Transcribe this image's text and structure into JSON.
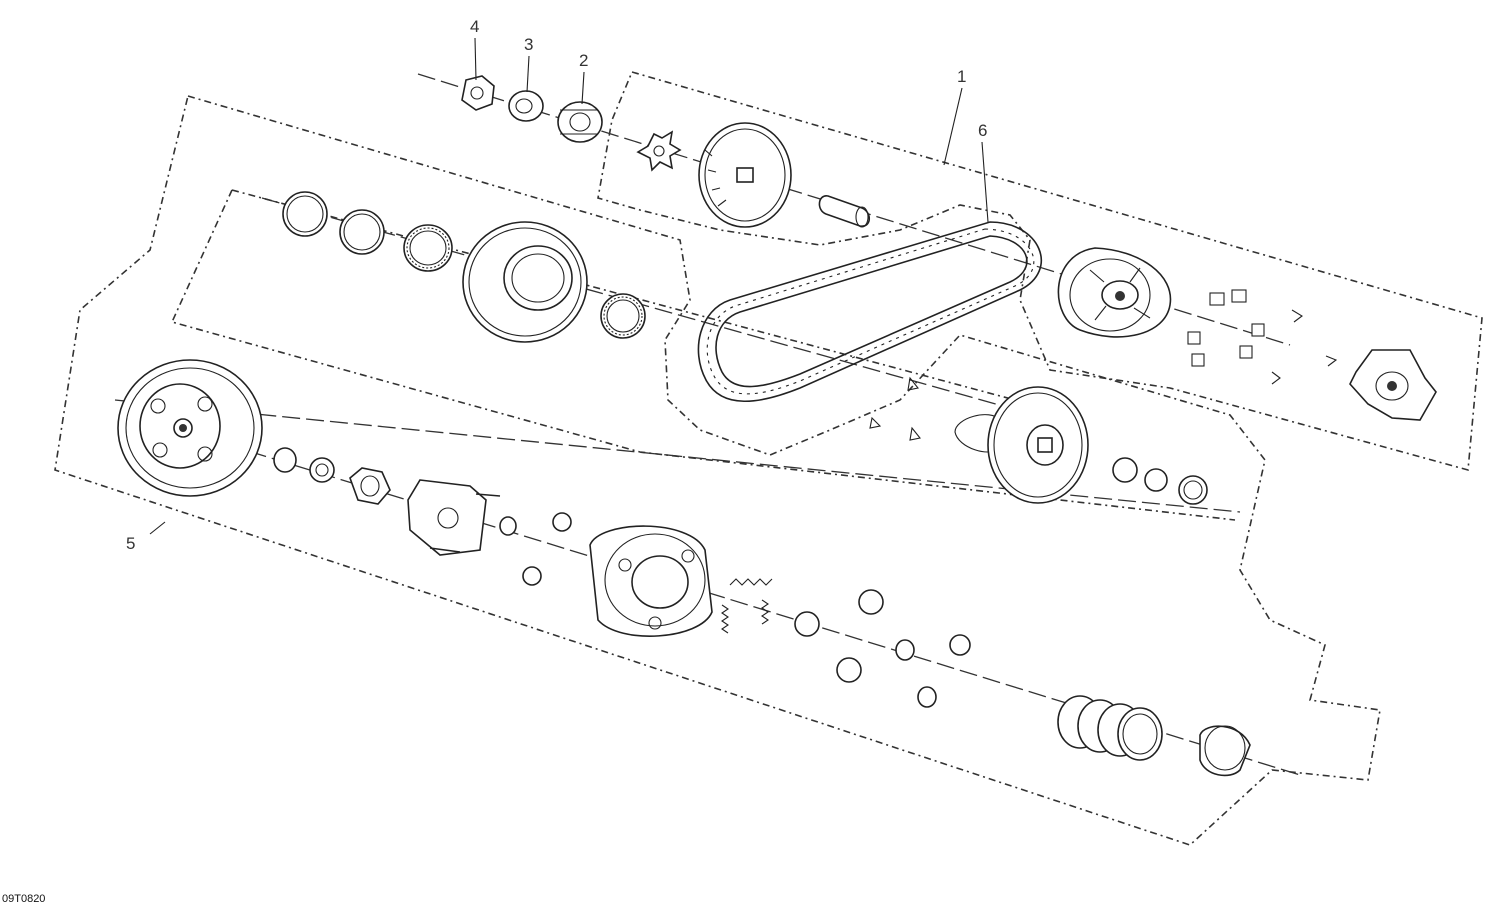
{
  "diagram": {
    "callouts": [
      "1",
      "2",
      "3",
      "4",
      "5",
      "6"
    ],
    "drawing_code": "09T0820",
    "colors": {
      "line": "#222222",
      "background": "#ffffff"
    }
  }
}
